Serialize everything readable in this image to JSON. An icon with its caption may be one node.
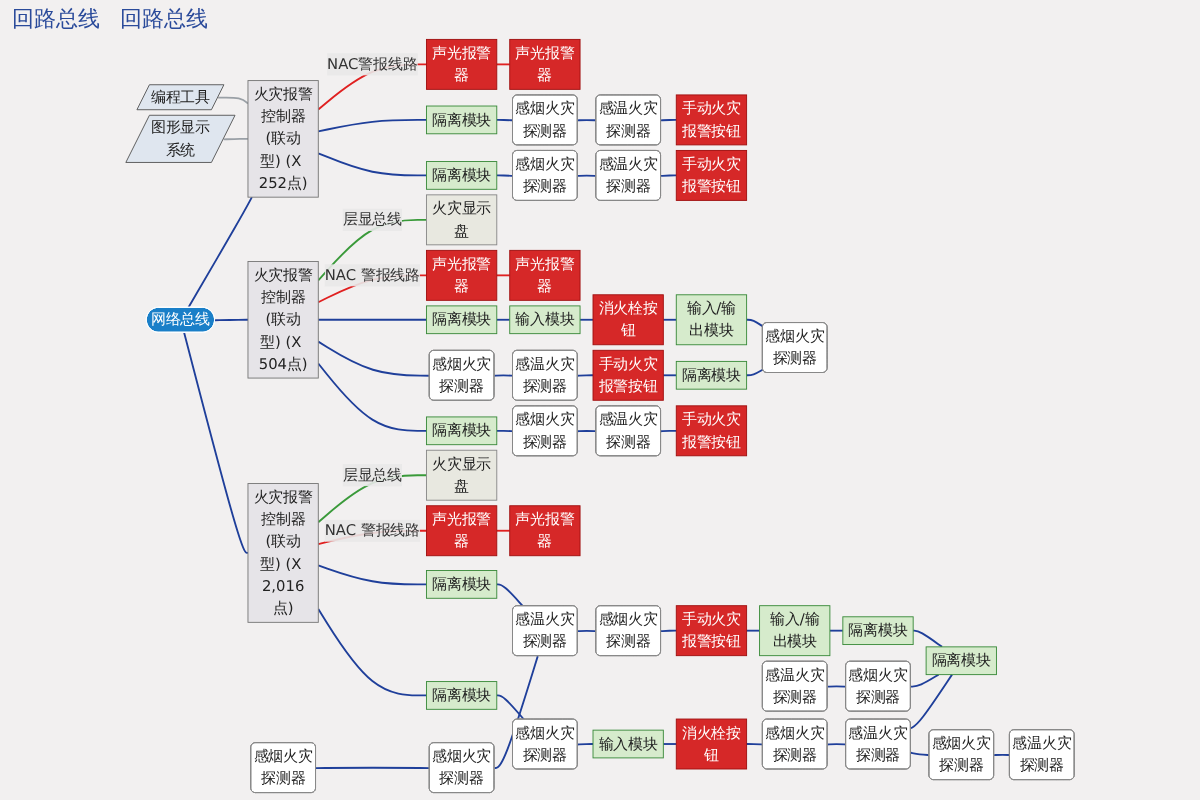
{
  "diagram": {
    "nodes": [
      {
        "text": [
          "编程工具"
        ]
      },
      {
        "text": [
          "图形显示系统"
        ]
      },
      {
        "text": [
          "火灾报警控制器",
          "(联动型) (X 252点)"
        ]
      },
      {
        "text": [
          "声光报警器"
        ]
      },
      {
        "text": [
          "声光报警器"
        ]
      },
      {
        "text": [
          "隔离模块"
        ]
      },
      {
        "text": [
          "感烟火灾探测器"
        ]
      },
      {
        "text": [
          "感温火灾探测器"
        ]
      },
      {
        "text": [
          "手动火灾报警按钮"
        ]
      },
      {
        "text": [
          "隔离模块"
        ]
      },
      {
        "text": [
          "感烟火灾探测器"
        ]
      },
      {
        "text": [
          "感温火灾探测器"
        ]
      },
      {
        "text": [
          "手动火灾报警按钮"
        ]
      },
      {
        "text": [
          "网络总线"
        ]
      },
      {
        "text": [
          "火灾报警控制器",
          "(联动型) (X 504点)"
        ]
      },
      {
        "text": [
          "火灾报警控制器",
          "(联动型) (X 2,016点)"
        ]
      },
      {
        "text": [
          "火灾显示盘"
        ]
      },
      {
        "text": [
          "声光报警器"
        ]
      },
      {
        "text": [
          "声光报警器"
        ]
      },
      {
        "text": [
          "火灾显示盘"
        ]
      },
      {
        "text": [
          "声光报警器"
        ]
      },
      {
        "text": [
          "声光报警器"
        ]
      },
      {
        "text": [
          "隔离模块"
        ]
      },
      {
        "text": [
          "输入模块"
        ]
      },
      {
        "text": [
          "消火栓按钮"
        ]
      },
      {
        "text": [
          "输入/输出模块"
        ]
      },
      {
        "text": [
          "感烟火灾探测器"
        ]
      },
      {
        "text": [
          "隔离模块"
        ]
      },
      {
        "text": [
          "手动火灾报警按钮"
        ]
      },
      {
        "text": [
          "感温火灾探测器"
        ]
      },
      {
        "text": [
          "感烟火灾探测器"
        ]
      },
      {
        "text": [
          "隔离模块"
        ]
      },
      {
        "text": [
          "感烟火灾探测器"
        ]
      },
      {
        "text": [
          "感温火灾探测器"
        ]
      },
      {
        "text": [
          "手动火灾报警按钮"
        ]
      },
      {
        "text": [
          "感烟火灾探测器"
        ]
      },
      {
        "text": [
          "感烟火灾探测器"
        ]
      },
      {
        "text": [
          "隔离模块"
        ]
      },
      {
        "text": [
          "感温火灾探测器"
        ]
      },
      {
        "text": [
          "感烟火灾探测器"
        ]
      },
      {
        "text": [
          "手动火灾报警按钮"
        ]
      },
      {
        "text": [
          "输入/输出模块"
        ]
      },
      {
        "text": [
          "隔离模块"
        ]
      },
      {
        "text": [
          "隔离模块"
        ]
      },
      {
        "text": [
          "感温火灾探测器"
        ]
      },
      {
        "text": [
          "感烟火灾探测器"
        ]
      },
      {
        "text": [
          "感温火灾探测器"
        ]
      },
      {
        "text": [
          "感烟火灾探测器"
        ]
      },
      {
        "text": [
          "感温火灾探测器"
        ]
      },
      {
        "text": [
          "隔离模块"
        ]
      },
      {
        "text": [
          "感烟火灾探测器"
        ]
      },
      {
        "text": [
          "输入模块"
        ]
      },
      {
        "text": [
          "消火栓按钮"
        ]
      },
      {
        "text": [
          "感烟火灾探测器"
        ]
      }
    ],
    "edges": [
      {
        "from": 0,
        "to": 2,
        "arrow": "none",
        "color": "#9aa0a6"
      },
      {
        "from": 1,
        "to": 2,
        "arrow": "none",
        "color": "#9aa0a6"
      },
      {
        "from": 2,
        "to": 4,
        "arrow": "none",
        "label": "NAC警报线路",
        "color": "#e02020"
      },
      {
        "from": 4,
        "to": 3,
        "arrow": "none",
        "color": "#e02020"
      },
      {
        "from": 2,
        "to": 5,
        "arrow": "none"
      },
      {
        "from": 5,
        "to": 6,
        "arrow": "none"
      },
      {
        "from": 6,
        "to": 7,
        "arrow": "none"
      },
      {
        "from": 7,
        "to": 8,
        "arrow": "none"
      },
      {
        "from": 2,
        "to": 9,
        "arrow": "none"
      },
      {
        "from": 9,
        "to": 10,
        "arrow": "none"
      },
      {
        "from": 10,
        "to": 11,
        "arrow": "none"
      },
      {
        "from": 11,
        "to": 12,
        "arrow": "none"
      },
      {
        "from": 13,
        "to": 2,
        "arrow": "none"
      },
      {
        "from": 13,
        "to": 14,
        "arrow": "none"
      },
      {
        "from": 13,
        "to": 15,
        "arrow": "none"
      },
      {
        "from": 14,
        "to": 16,
        "arrow": "none",
        "label": "层显总线",
        "color": "#3a9a3a"
      },
      {
        "from": 14,
        "to": 17,
        "arrow": "none",
        "label": "NAC 警报线路",
        "color": "#e02020"
      },
      {
        "from": 17,
        "to": 18,
        "arrow": "none",
        "color": "#e02020"
      },
      {
        "from": 15,
        "to": 19,
        "arrow": "none",
        "label": "层显总线",
        "color": "#3a9a3a"
      },
      {
        "from": 15,
        "to": 20,
        "arrow": "none",
        "label": "NAC 警报线路",
        "color": "#e02020"
      },
      {
        "from": 20,
        "to": 21,
        "arrow": "none",
        "color": "#e02020"
      },
      {
        "from": 14,
        "to": 22,
        "arrow": "none"
      },
      {
        "from": 22,
        "to": 23,
        "arrow": "none"
      },
      {
        "from": 23,
        "to": 24,
        "arrow": "none"
      },
      {
        "from": 24,
        "to": 25,
        "arrow": "none"
      },
      {
        "from": 25,
        "to": 26,
        "arrow": "none"
      },
      {
        "from": 27,
        "to": 26,
        "arrow": "none"
      },
      {
        "from": 28,
        "to": 27,
        "arrow": "none"
      },
      {
        "from": 29,
        "to": 28,
        "arrow": "none"
      },
      {
        "from": 30,
        "to": 29,
        "arrow": "none"
      },
      {
        "from": 14,
        "to": 30,
        "arrow": "none"
      },
      {
        "from": 14,
        "to": 31,
        "arrow": "none"
      },
      {
        "from": 31,
        "to": 32,
        "arrow": "none"
      },
      {
        "from": 32,
        "to": 33,
        "arrow": "none"
      },
      {
        "from": 33,
        "to": 34,
        "arrow": "none"
      },
      {
        "from": 35,
        "to": 36,
        "arrow": "none"
      },
      {
        "from": 36,
        "to": 38,
        "arrow": "none"
      },
      {
        "from": 15,
        "to": 37,
        "arrow": "none"
      },
      {
        "from": 37,
        "to": 38,
        "arrow": "none"
      },
      {
        "from": 38,
        "to": 39,
        "arrow": "none"
      },
      {
        "from": 39,
        "to": 40,
        "arrow": "none"
      },
      {
        "from": 40,
        "to": 41,
        "arrow": "none"
      },
      {
        "from": 41,
        "to": 42,
        "arrow": "none"
      },
      {
        "from": 42,
        "to": 43,
        "arrow": "none"
      },
      {
        "from": 47,
        "to": 43,
        "arrow": "none"
      },
      {
        "from": 48,
        "to": 47,
        "arrow": "none"
      },
      {
        "from": 44,
        "to": 43,
        "arrow": "none"
      },
      {
        "from": 44,
        "to": 45,
        "arrow": "none"
      },
      {
        "from": 45,
        "to": 46,
        "arrow": "none"
      },
      {
        "from": 53,
        "to": 44,
        "arrow": "none"
      },
      {
        "from": 52,
        "to": 53,
        "arrow": "none"
      },
      {
        "from": 51,
        "to": 52,
        "arrow": "none"
      },
      {
        "from": 50,
        "to": 51,
        "arrow": "none"
      },
      {
        "from": 49,
        "to": 50,
        "arrow": "none"
      },
      {
        "from": 15,
        "to": 49,
        "arrow": "none"
      }
    ],
    "labels": [
      "回路总线",
      "回路总线"
    ]
  }
}
